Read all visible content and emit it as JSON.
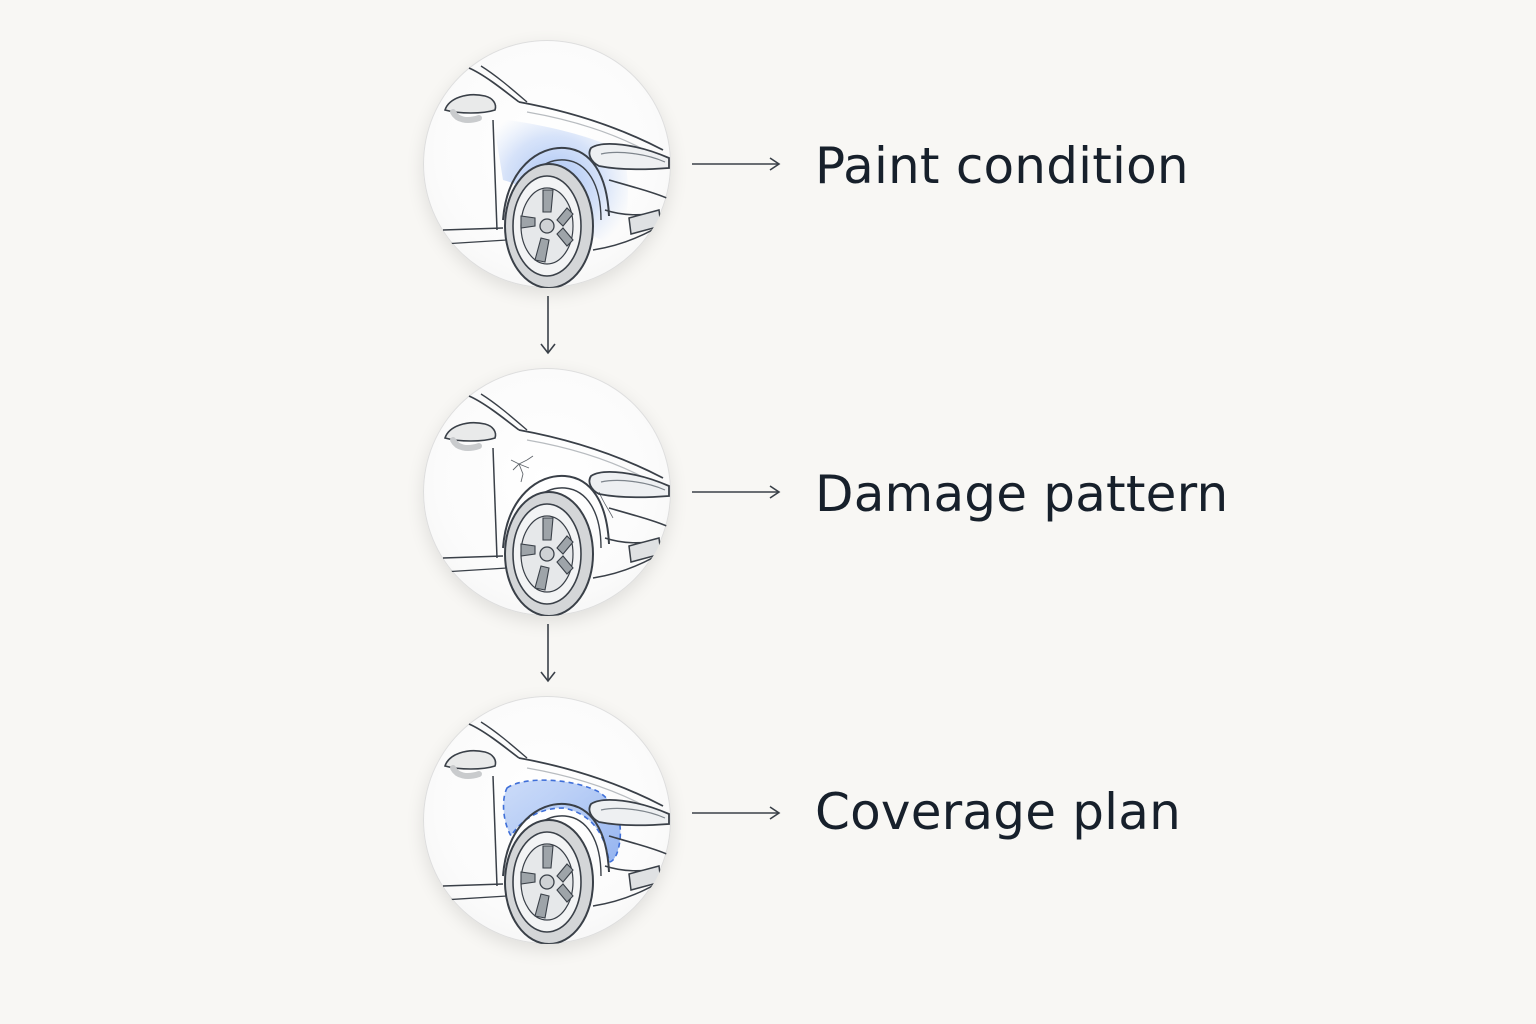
{
  "steps": [
    {
      "label": "Paint condition",
      "variant": "paint",
      "icon": "car-fender-paint-icon"
    },
    {
      "label": "Damage pattern",
      "variant": "damage",
      "icon": "car-fender-damage-icon"
    },
    {
      "label": "Coverage plan",
      "variant": "coverage",
      "icon": "car-fender-coverage-icon"
    }
  ],
  "colors": {
    "background": "#f8f7f4",
    "line": "#3a4048",
    "highlight": "#5b8dea",
    "text": "#17202b"
  }
}
